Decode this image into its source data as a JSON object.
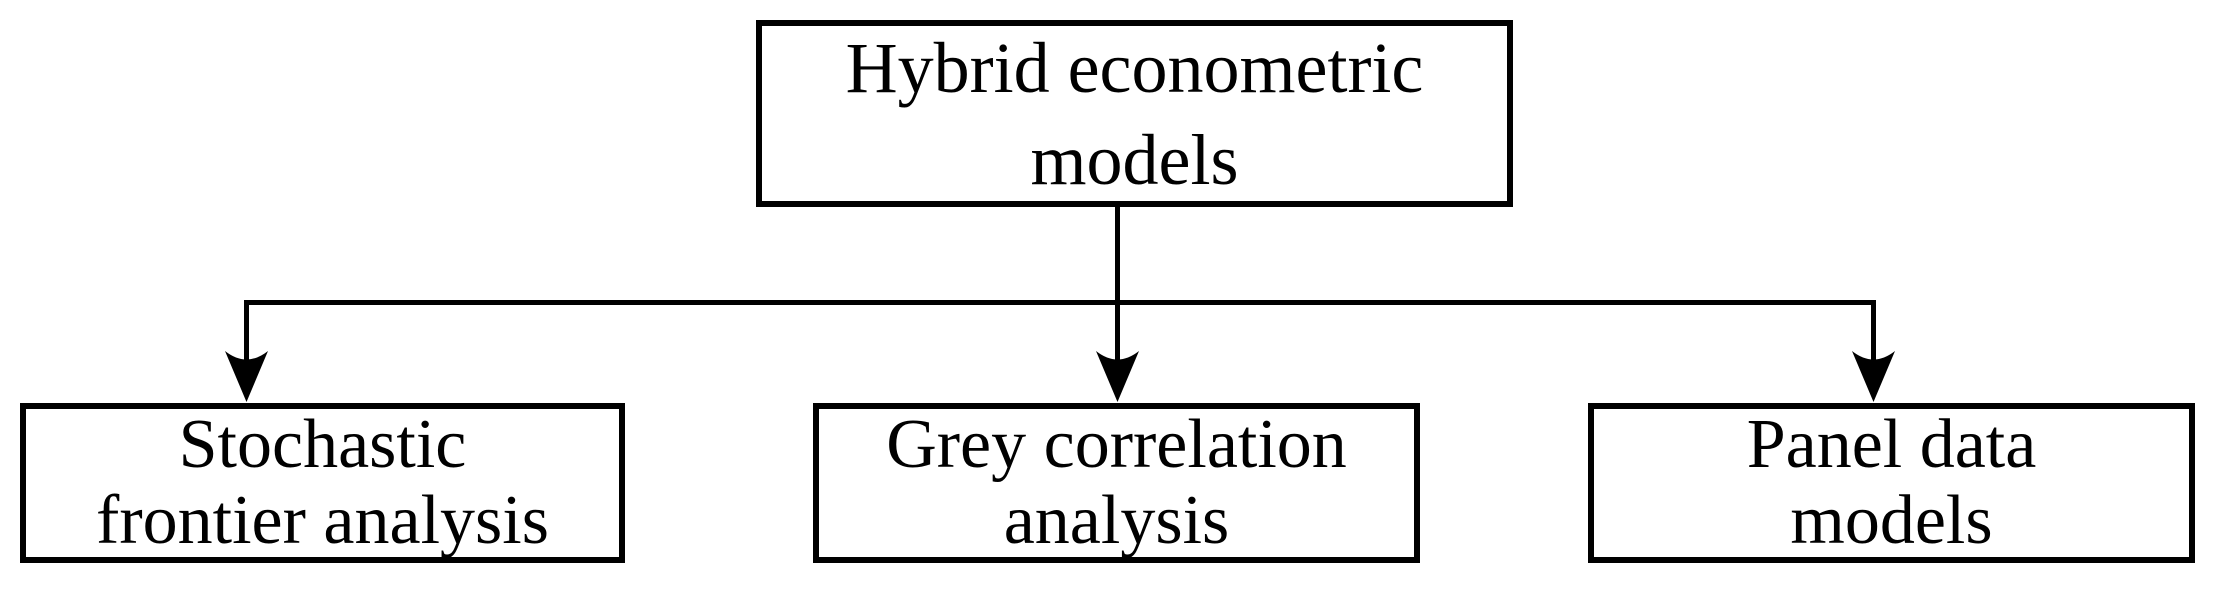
{
  "diagram": {
    "type": "flowchart",
    "colors": {
      "line": "#000000",
      "text": "#000000",
      "background": "#ffffff"
    },
    "root": {
      "lines": [
        "Hybrid econometric",
        "models"
      ]
    },
    "children": [
      {
        "lines": [
          "Stochastic",
          "frontier analysis"
        ]
      },
      {
        "lines": [
          "Grey correlation",
          "analysis"
        ]
      },
      {
        "lines": [
          "Panel data",
          "models"
        ]
      }
    ]
  }
}
